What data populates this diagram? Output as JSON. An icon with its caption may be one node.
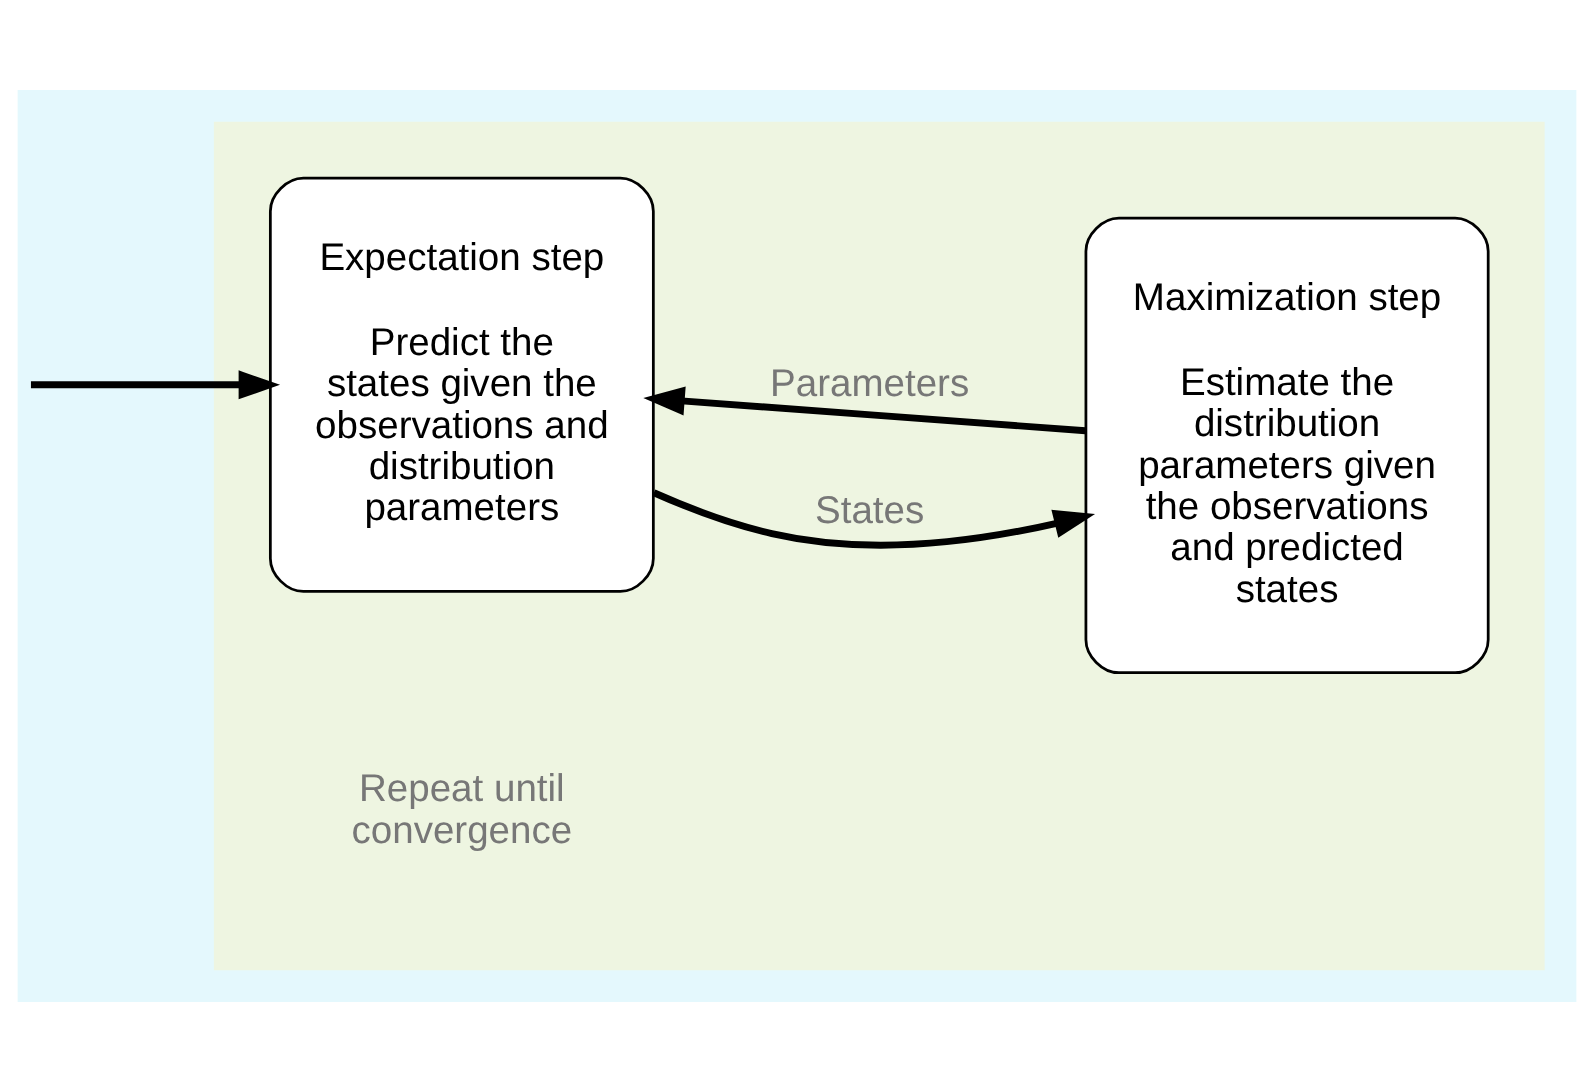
{
  "diagram": {
    "nodes": [
      {
        "text": [],
        "shape": "box"
      },
      {
        "text": [
          "Expectation step",
          "Predict the states given the observations and distribution parameters"
        ],
        "in": 0
      },
      {
        "text": [
          "Maximization step",
          "Estimate the distribution parameters given the observations and predicted states"
        ],
        "in": 0
      }
    ],
    "edges": [
      {
        "from": null,
        "to": 1,
        "arrow": "to"
      },
      {
        "from": 1,
        "to": 2,
        "arrow": "to",
        "label": "States"
      },
      {
        "from": 2,
        "to": 1,
        "arrow": "to",
        "label": "Parameters"
      }
    ],
    "labels": [
      "Repeat until convergence"
    ]
  }
}
